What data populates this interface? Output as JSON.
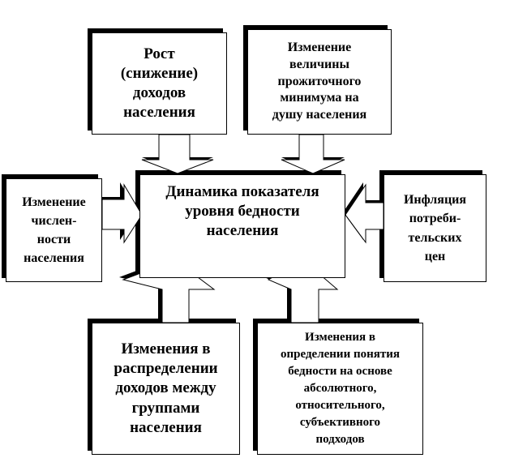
{
  "diagram": {
    "center": {
      "text": "Динамика показателя\nуровня бедности\nнаселения"
    },
    "factors": {
      "income": "Рост\n(снижение)\nдоходов\nнаселения",
      "subsistence": "Изменение\nвеличины\nпрожиточного\nминимума на\nдушу населения",
      "population": "Изменение\nчислен-\nности\nнаселения",
      "inflation": "Инфляция\nпотреби-\nтельских\nцен",
      "distribution": "Изменения в\nраспределении\nдоходов между\nгруппами\nнаселения",
      "definition": "Изменения в\nопределении понятия\nбедности на основе\nабсолютного,\nотносительного,\nсубъективного\nподходов"
    }
  }
}
